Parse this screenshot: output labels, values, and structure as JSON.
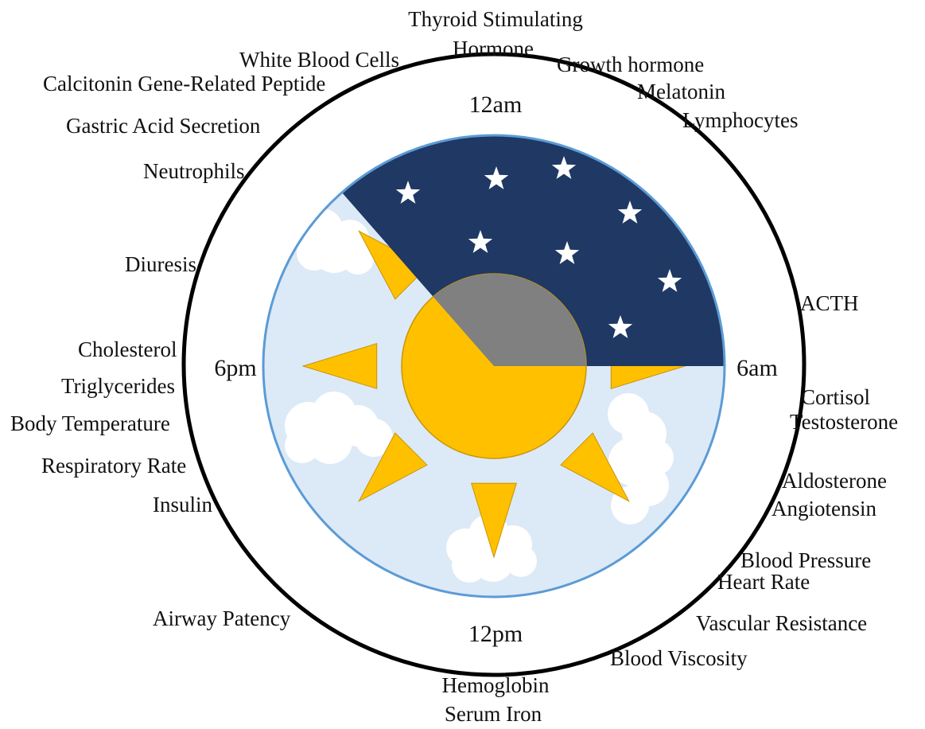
{
  "clock": {
    "midnight": "12am",
    "morning": "6am",
    "noon": "12pm",
    "evening": "6pm"
  },
  "labels": {
    "tsh_line1": "Thyroid Stimulating",
    "tsh_line2": "Hormone",
    "growth_hormone": "Growth hormone",
    "melatonin": "Melatonin",
    "lymphocytes": "Lymphocytes",
    "wbc": "White Blood Cells",
    "cgrp": "Calcitonin  Gene-Related Peptide",
    "gastric": "Gastric Acid Secretion",
    "neutrophils": "Neutrophils",
    "diuresis": "Diuresis",
    "acth": "ACTH",
    "cholesterol": "Cholesterol",
    "triglycerides": "Triglycerides",
    "body_temp": "Body Temperature",
    "resp_rate": "Respiratory Rate",
    "insulin": "Insulin",
    "cortisol": "Cortisol",
    "testosterone": "Testosterone",
    "aldosterone": "Aldosterone",
    "angiotensin": "Angiotensin",
    "blood_pressure": "Blood Pressure",
    "heart_rate": "Heart Rate",
    "vascular_resistance": "Vascular Resistance",
    "blood_viscosity": "Blood Viscosity",
    "airway_patency": "Airway Patency",
    "hemoglobin": "Hemoglobin",
    "serum_iron": "Serum Iron"
  },
  "colors": {
    "night_sky": "#1f3864",
    "day_sky": "#dce9f7",
    "sky_border": "#5b9bd5",
    "sun": "#ffc000",
    "sun_outline": "#c99400",
    "eclipse": "#808080",
    "star": "#ffffff",
    "outer_ring": "#000000"
  }
}
